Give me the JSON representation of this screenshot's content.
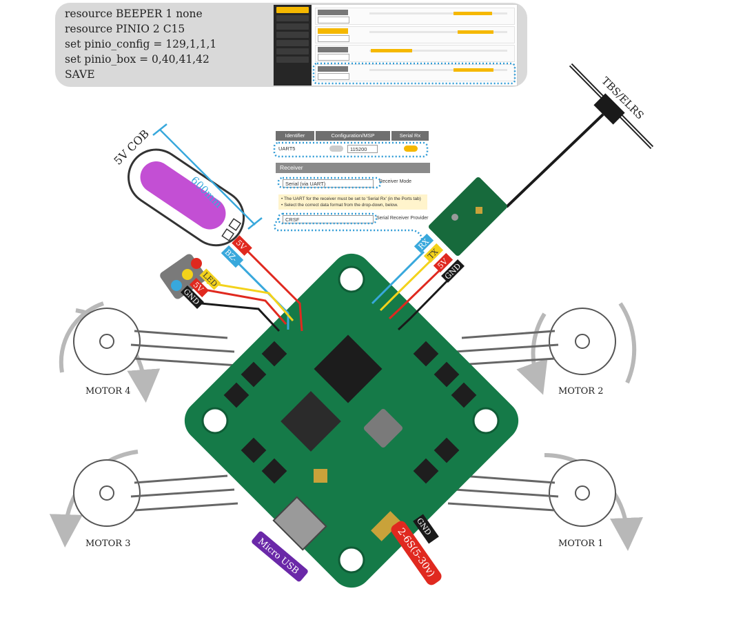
{
  "cli": {
    "lines": [
      "resource BEEPER 1 none",
      "resource PINIO 2 C15",
      "set pinio_config = 129,1,1,1",
      "set pinio_box = 0,40,41,42",
      "SAVE"
    ]
  },
  "ports": {
    "headers": [
      "Identifier",
      "Configuration/MSP",
      "Serial Rx"
    ],
    "row_id": "UART5",
    "baud": "115200",
    "receiver_title": "Receiver",
    "receiver_mode_value": "Serial (via UART)",
    "receiver_mode_label": "Receiver Mode",
    "note_1": "• The UART for the receiver must be set to 'Serial Rx' (in the Ports tab)",
    "note_2": "• Select the correct data format from the drop-down, below.",
    "provider_value": "CRSF",
    "provider_label": "Serial Receiver Provider"
  },
  "labels": {
    "led": "5V COB",
    "length": "600mm",
    "rx_antenna": "TBS/ELRS",
    "motor1": "MOTOR 1",
    "motor2": "MOTOR 2",
    "motor3": "MOTOR 3",
    "motor4": "MOTOR 4",
    "usb": "Micro USB",
    "power": "2-6S(5-30v)",
    "gnd": "GND",
    "five_v": "5V",
    "bz_minus": "BZ-",
    "led_pad": "LED",
    "rx_pad": "RX",
    "tx_pad": "TX"
  },
  "colors": {
    "board": "#157a48",
    "wire_red": "#e0291f",
    "wire_blue": "#38a8dc",
    "wire_yellow": "#f3d21b",
    "wire_black": "#1a1a1a",
    "led_strip": "#c34fd4",
    "usb_tag": "#6a28a8",
    "dotted": "#2f9bd6"
  }
}
